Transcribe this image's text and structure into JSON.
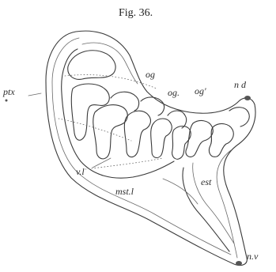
{
  "figure": {
    "title": "Fig. 36.",
    "labels": {
      "ptx": "ptx",
      "og_left": "og",
      "og_mid": "og.",
      "og_prime": "og'",
      "nd": "n d",
      "vl": "v.l",
      "mstl": "mst.l",
      "est": "est",
      "nv": "n.v"
    }
  }
}
